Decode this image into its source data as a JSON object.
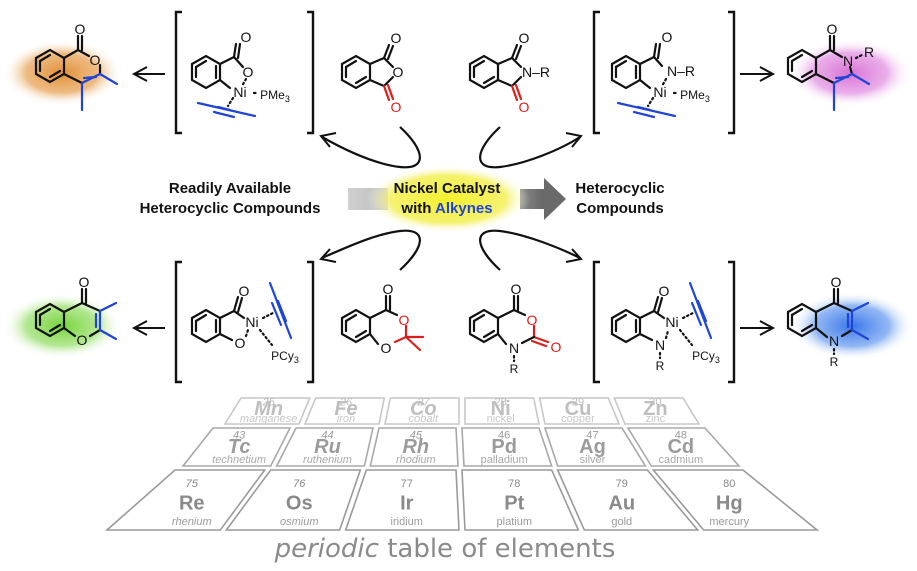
{
  "center": {
    "line1": "Nickel Catalyst",
    "line2_prefix": "with ",
    "line2_highlight": "Alkynes"
  },
  "left_label": {
    "line1": "Readily Available",
    "line2": "Heterocyclic Compounds"
  },
  "right_label": {
    "line1": "Heterocyclic",
    "line2": "Compounds"
  },
  "colors": {
    "blue": "#1f45d8",
    "red": "#d8201c",
    "highlight_yellow": "#f3ef2c",
    "glow_orange": "#e08a2e",
    "glow_magenta": "#d563d0",
    "glow_green": "#6fd12e",
    "glow_blue": "#2f6fe8",
    "nickel_cell": "#f5e51e"
  },
  "atoms": {
    "O": "O",
    "N": "N",
    "Ni": "Ni",
    "R": "R",
    "PMe3": "PMe",
    "PMe3_sub": "3",
    "PCy3": "PCy",
    "PCy3_sub": "3",
    "NR": "N–R"
  },
  "periodic_table": {
    "rows": [
      [
        {
          "num": "25",
          "sym": "Mn",
          "name": "manganese"
        },
        {
          "num": "26",
          "sym": "Fe",
          "name": "iron"
        },
        {
          "num": "27",
          "sym": "Co",
          "name": "cobalt"
        },
        {
          "num": "28",
          "sym": "Ni",
          "name": "nickel",
          "highlight": true
        },
        {
          "num": "29",
          "sym": "Cu",
          "name": "copper"
        },
        {
          "num": "30",
          "sym": "Zn",
          "name": "zinc"
        }
      ],
      [
        {
          "num": "43",
          "sym": "Tc",
          "name": "technetium"
        },
        {
          "num": "44",
          "sym": "Ru",
          "name": "ruthenium"
        },
        {
          "num": "45",
          "sym": "Rh",
          "name": "rhodium"
        },
        {
          "num": "46",
          "sym": "Pd",
          "name": "palladium"
        },
        {
          "num": "47",
          "sym": "Ag",
          "name": "silver"
        },
        {
          "num": "48",
          "sym": "Cd",
          "name": "cadmium"
        }
      ],
      [
        {
          "num": "75",
          "sym": "Re",
          "name": "rhenium"
        },
        {
          "num": "76",
          "sym": "Os",
          "name": "osmium"
        },
        {
          "num": "77",
          "sym": "Ir",
          "name": "iridium"
        },
        {
          "num": "78",
          "sym": "Pt",
          "name": "platium"
        },
        {
          "num": "79",
          "sym": "Au",
          "name": "gold"
        },
        {
          "num": "80",
          "sym": "Hg",
          "name": "mercury"
        }
      ]
    ],
    "caption_italic": "periodic",
    "caption_rest": " table of elements"
  }
}
